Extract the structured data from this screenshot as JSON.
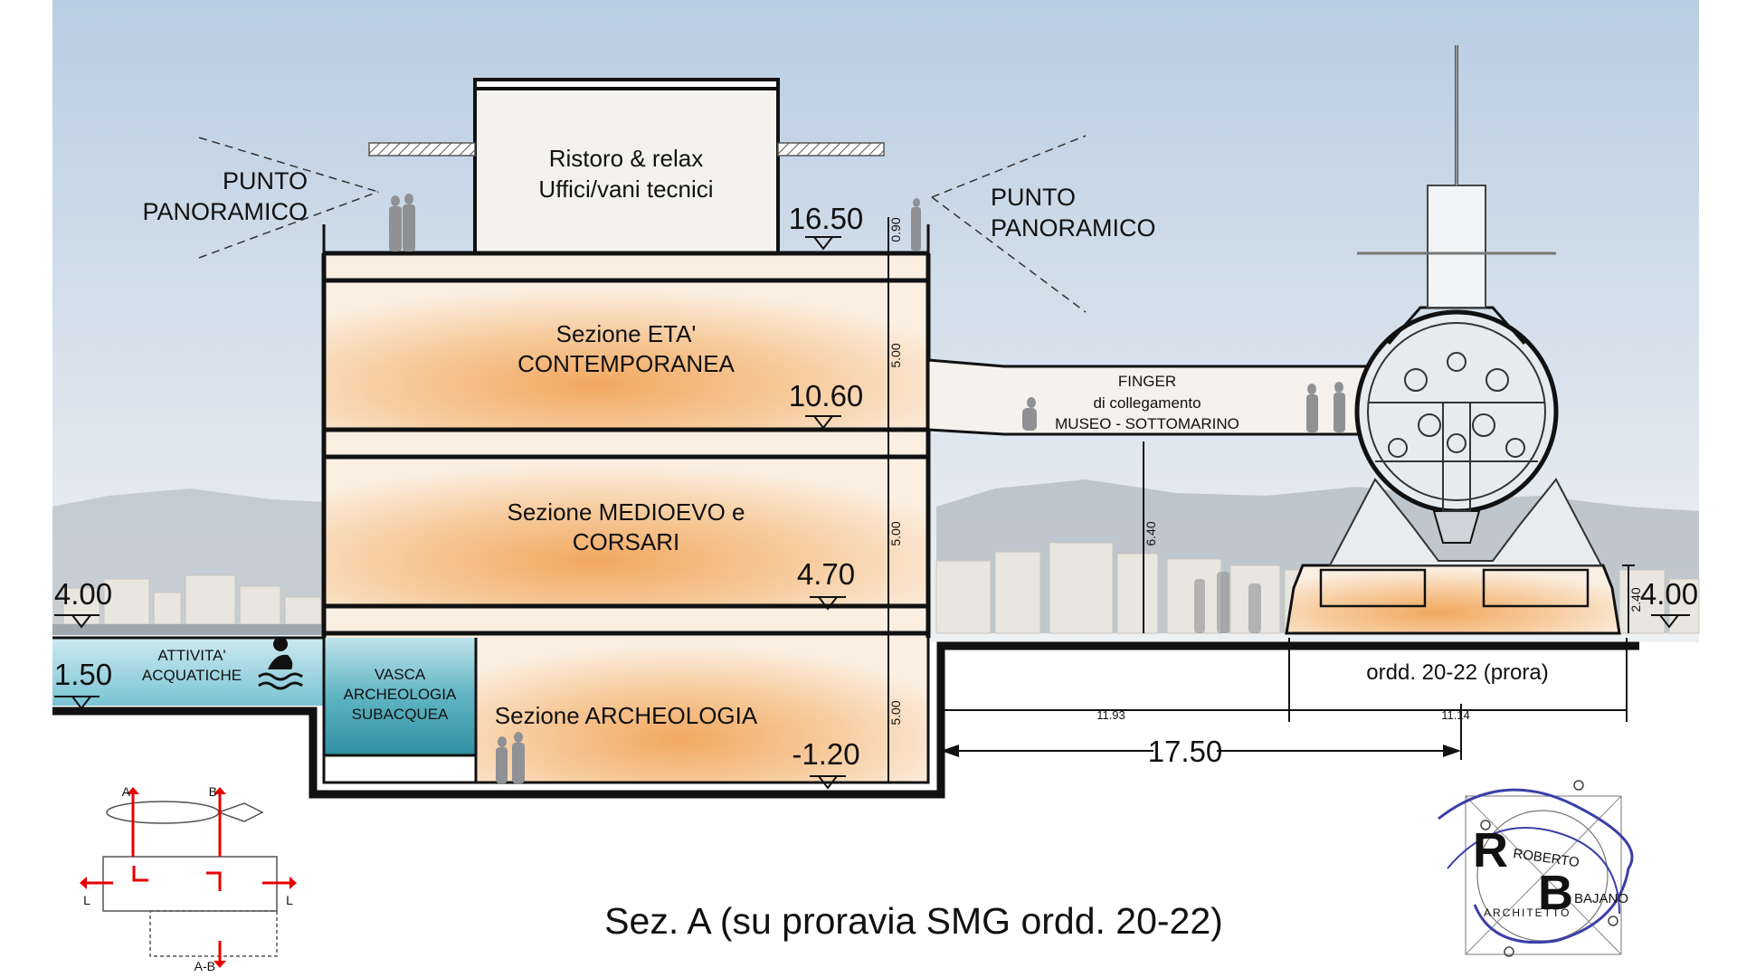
{
  "colors": {
    "sky_top": "#b9cde2",
    "sky_bottom": "#e8eef3",
    "museum_orange": "#f2a860",
    "museum_cream": "#fbefe2",
    "water": "#7fc9d8",
    "tank": "#3d9fae",
    "structure": "#111111",
    "section_marker": "#e60000",
    "logo_blue": "#3b3fa8"
  },
  "building": {
    "rooftop_room": [
      "Ristoro & relax",
      "Uffici/vani tecnici"
    ],
    "sections": [
      {
        "name_lines": [
          "Sezione ETA'",
          "CONTEMPORANEA"
        ],
        "level": "10.60"
      },
      {
        "name_lines": [
          "Sezione MEDIOEVO e",
          "CORSARI"
        ],
        "level": "4.70"
      },
      {
        "name_lines": [
          "Sezione ARCHEOLOGIA"
        ],
        "level": "-1.20"
      }
    ],
    "roof_level": "16.50",
    "parapet_height": "0.90",
    "floor_heights": [
      "5.00",
      "5.00",
      "5.00"
    ],
    "tank_label": [
      "VASCA",
      "ARCHEOLOGIA",
      "SUBACQUEA"
    ]
  },
  "viewpoints": {
    "left": [
      "PUNTO",
      "PANORAMICO"
    ],
    "right": [
      "PUNTO",
      "PANORAMICO"
    ]
  },
  "finger": [
    "FINGER",
    "di collegamento",
    "MUSEO - SOTTOMARINO"
  ],
  "water": {
    "label": [
      "ATTIVITA'",
      "ACQUATICHE"
    ],
    "ground_level_left": "4.00",
    "water_level": "1.50"
  },
  "submarine": {
    "ground_level_right": "4.00",
    "plinth_height": "2.40",
    "finger_height": "6.40",
    "label": "ordd. 20-22 (prora)",
    "dims": [
      "11.93",
      "11.14",
      "17.50"
    ]
  },
  "keyplan": {
    "markers": [
      "A",
      "B",
      "L",
      "L",
      "A-B"
    ]
  },
  "title": "Sez. A (su proravia SMG ordd. 20-22)",
  "logo": {
    "first": "ROBERTO",
    "last": "BAJANO",
    "profession": "ARCHITETTO",
    "initials": [
      "R",
      "B"
    ]
  }
}
